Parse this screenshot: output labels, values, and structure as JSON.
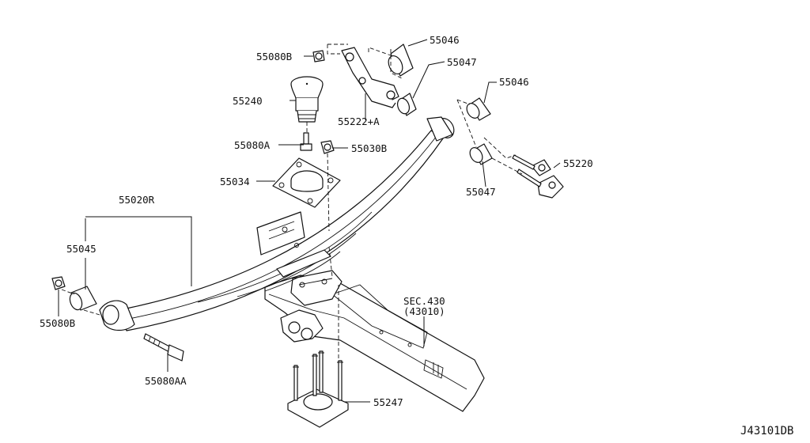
{
  "diagram_id": "J43101DB",
  "labels": {
    "p55046_top": "55046",
    "p55047_top": "55047",
    "p55080B_top": "55080B",
    "p55240": "55240",
    "p55222A": "55222+A",
    "p55046_right": "55046",
    "p55080A": "55080A",
    "p55030B": "55030B",
    "p55220": "55220",
    "p55034": "55034",
    "p55047_right": "55047",
    "p55020R": "55020R",
    "p55045": "55045",
    "p55080B_left": "55080B",
    "sec430_a": "SEC.430",
    "sec430_b": "(43010)",
    "p55247": "55247",
    "p55080AA": "55080AA"
  }
}
